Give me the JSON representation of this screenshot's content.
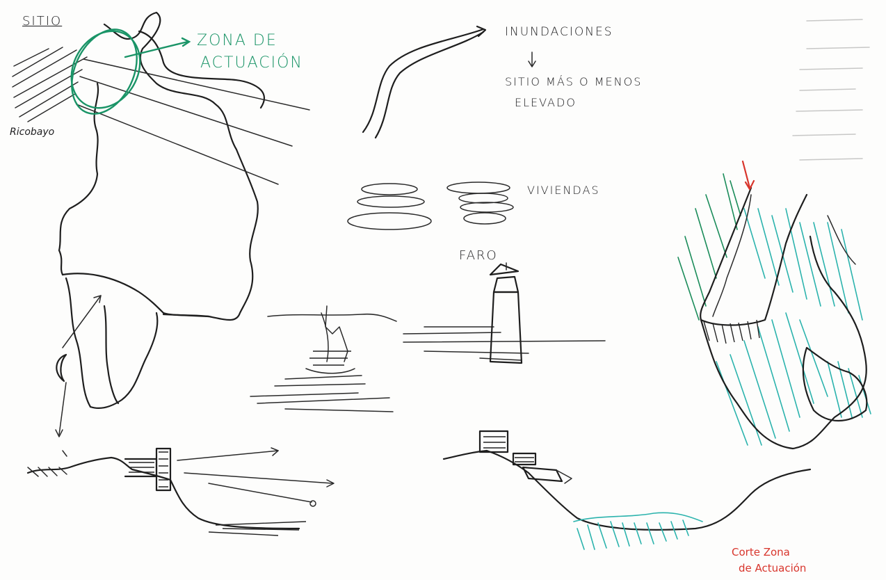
{
  "labels": {
    "sitio": "SITIO",
    "ricobayo": "Ricobayo",
    "zona_line1": "ZONA DE",
    "zona_line2": "ACTUACIÓN",
    "inundaciones": "INUNDACIONES",
    "sitio_elevado_line1": "SITIO MÁS O MENOS",
    "sitio_elevado_line2": "ELEVADO",
    "viviendas": "VIVIENDAS",
    "faro": "FARO",
    "corte_line1": "Corte Zona",
    "corte_line2": "de Actuación"
  },
  "colors": {
    "ink": "#1e1e1e",
    "green_marker": "#1a9467",
    "teal_marker": "#2bb3ad",
    "red_marker": "#d8352c",
    "paper": "#fdfdfc"
  }
}
